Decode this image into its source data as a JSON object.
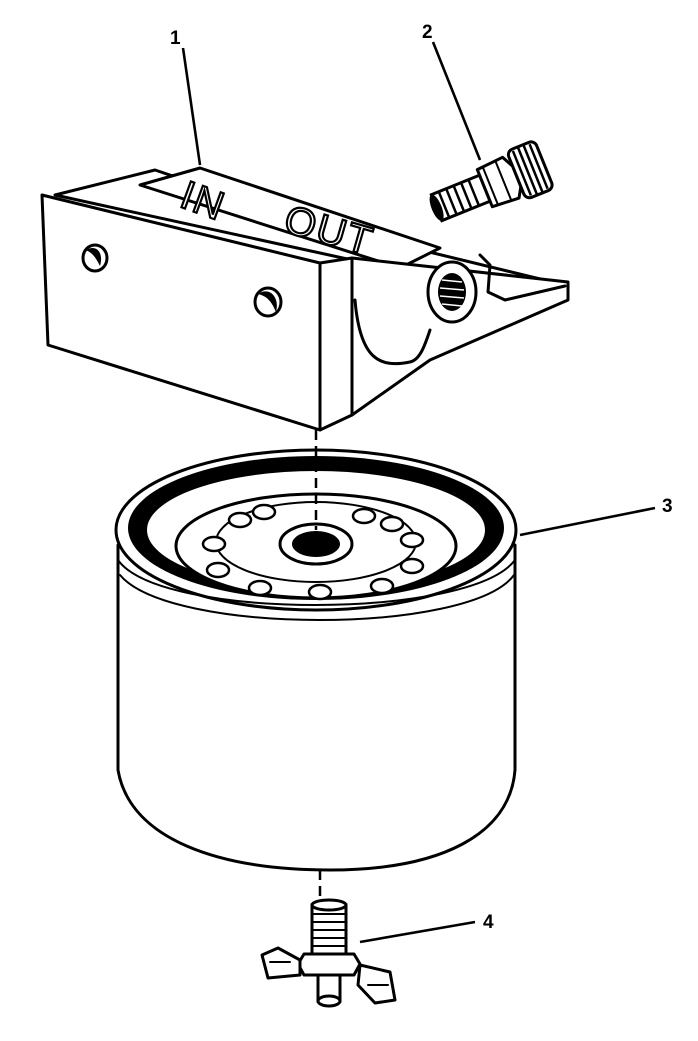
{
  "diagram": {
    "callouts": [
      {
        "id": "1",
        "label": "1"
      },
      {
        "id": "2",
        "label": "2"
      },
      {
        "id": "3",
        "label": "3"
      },
      {
        "id": "4",
        "label": "4"
      }
    ],
    "stamps": {
      "inlet": "IN",
      "outlet": "OUT"
    }
  }
}
